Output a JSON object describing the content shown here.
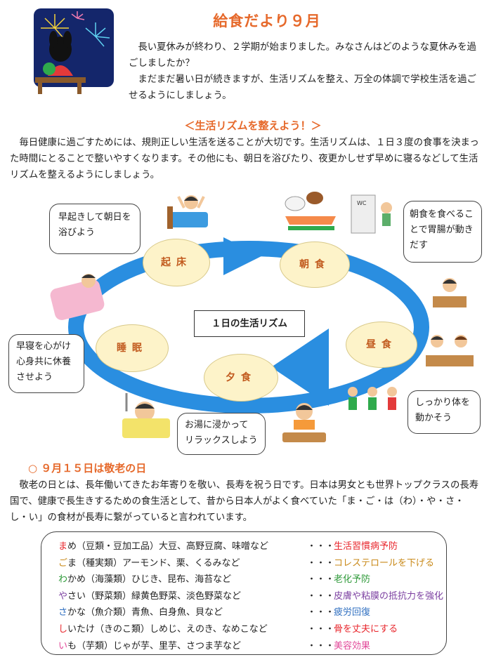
{
  "title": "給食だより９月",
  "intro": {
    "p1": "長い夏休みが終わり、２学期が始まりました。みなさんはどのような夏休みを過ごしましたか？",
    "p2": "まだまだ暑い日が続きますが、生活リズムを整え、万全の体調で学校生活を過ごせるようにしましょう。"
  },
  "rhythm": {
    "heading": "＜生活リズムを整えよう！＞",
    "body": "毎日健康に過ごすためには、規則正しい生活を送ることが大切です。生活リズムは、１日３度の食事を決まった時間にとることで整いやすくなります。その他にも、朝日を浴びたり、夜更かしせず早めに寝るなどして生活リズムを整えるようにしましょう。"
  },
  "cycle": {
    "center": "１日の生活リズム",
    "nodes": {
      "wake": "起床",
      "breakfast": "朝食",
      "lunch": "昼食",
      "dinner": "夕食",
      "sleep": "睡眠"
    },
    "bubbles": {
      "wake": [
        "早起きして朝日を",
        "浴びよう"
      ],
      "breakfast": [
        "朝食を食べるこ",
        "とで胃腸が動き",
        "だす"
      ],
      "sleep": [
        "早寝を心がけ",
        "心身共に休養",
        "させよう"
      ],
      "bath": [
        "お湯に浸かって",
        "リラックスしよう"
      ],
      "exercise": [
        "しっかり体を",
        "動かそう"
      ]
    },
    "wc_label": "WC"
  },
  "keirou": {
    "heading": "○ ９月１５日は敬老の日",
    "body": "敬老の日とは、長年働いてきたお年寄りを敬い、長寿を祝う日です。日本は男女とも世界トップクラスの長寿国で、健康で長生きするための食生活として、昔から日本人がよく食べていた「ま・ご・は（わ）・や・さ・し・い」の食材が長寿に繋がっていると言われています。"
  },
  "foods": [
    {
      "initial": "ま",
      "rest": "め（豆類・豆加工品）大豆、高野豆腐、味噌など",
      "dots": "・・・",
      "effect": "生活習慣病予防",
      "color": "#e8262c"
    },
    {
      "initial": "ご",
      "rest": "ま（種実類）アーモンド、栗、くるみなど",
      "dots": "・・・",
      "effect": "コレステロールを下げる",
      "color": "#c98a1a"
    },
    {
      "initial": "わ",
      "rest": "かめ（海藻類）ひじき、昆布、海苔など",
      "dots": "・・・",
      "effect": "老化予防",
      "color": "#2f9a3a"
    },
    {
      "initial": "や",
      "rest": "さい（野菜類）緑黄色野菜、淡色野菜など",
      "dots": "・・・",
      "effect": "皮膚や粘膜の抵抗力を強化",
      "color": "#7b3fa0"
    },
    {
      "initial": "さ",
      "rest": "かな（魚介類）青魚、白身魚、貝など",
      "dots": "・・・",
      "effect": "疲労回復",
      "color": "#2f6fc0"
    },
    {
      "initial": "し",
      "rest": "いたけ（きのこ類）しめじ、えのき、なめこなど",
      "dots": "・・・",
      "effect": "骨を丈夫にする",
      "color": "#e8262c"
    },
    {
      "initial": "い",
      "rest": "も（芋類）じゃが芋、里芋、さつま芋など",
      "dots": "・・・",
      "effect": "美容効果",
      "color": "#e24a9a"
    }
  ],
  "colors": {
    "accent": "#e6692b",
    "cycle_blue": "#2a8ee0",
    "node_fill": "#fdf3c9"
  }
}
